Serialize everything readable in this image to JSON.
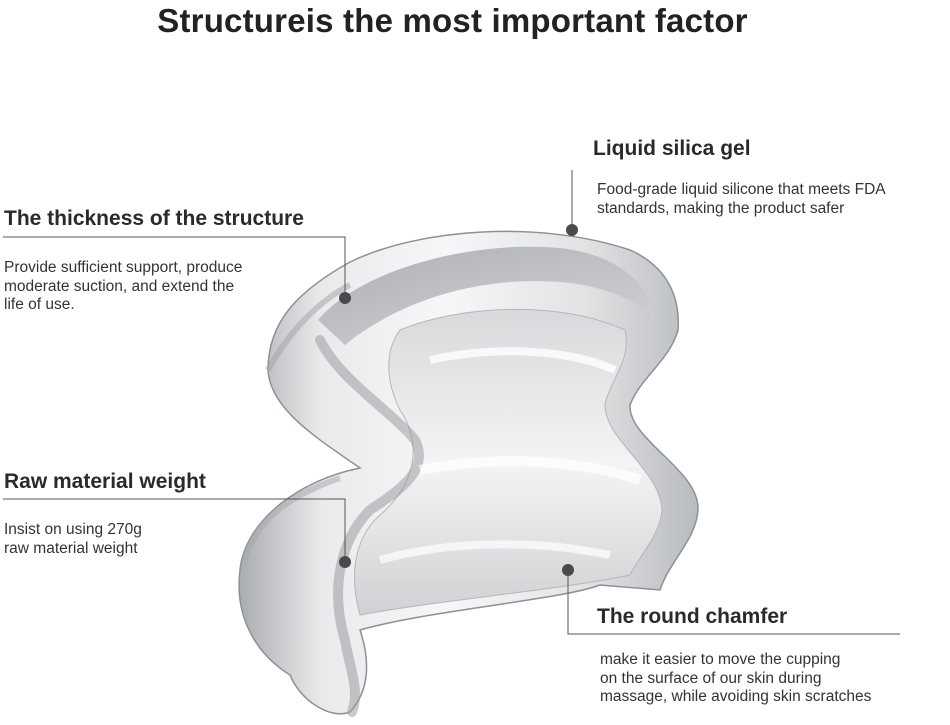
{
  "title": "Structureis the most important factor",
  "callouts": {
    "thickness": {
      "heading": "The thickness of the structure",
      "lines": [
        "Provide sufficient support, produce",
        "moderate suction, and extend the",
        "life of use."
      ]
    },
    "silica": {
      "heading": "Liquid silica gel",
      "lines": [
        "Food-grade liquid silicone that meets FDA",
        "standards, making the product safer"
      ]
    },
    "weight": {
      "heading": "Raw material weight",
      "lines": [
        "Insist on using 270g",
        "raw material weight"
      ]
    },
    "chamfer": {
      "heading": "The round chamfer",
      "lines": [
        "make it easier to move the cupping",
        "on the surface of our skin during",
        "massage, while avoiding skin scratches"
      ]
    }
  },
  "colors": {
    "leader_line": "#555555",
    "dot": "#4a4a4a",
    "silicone": "#c9cbce"
  }
}
